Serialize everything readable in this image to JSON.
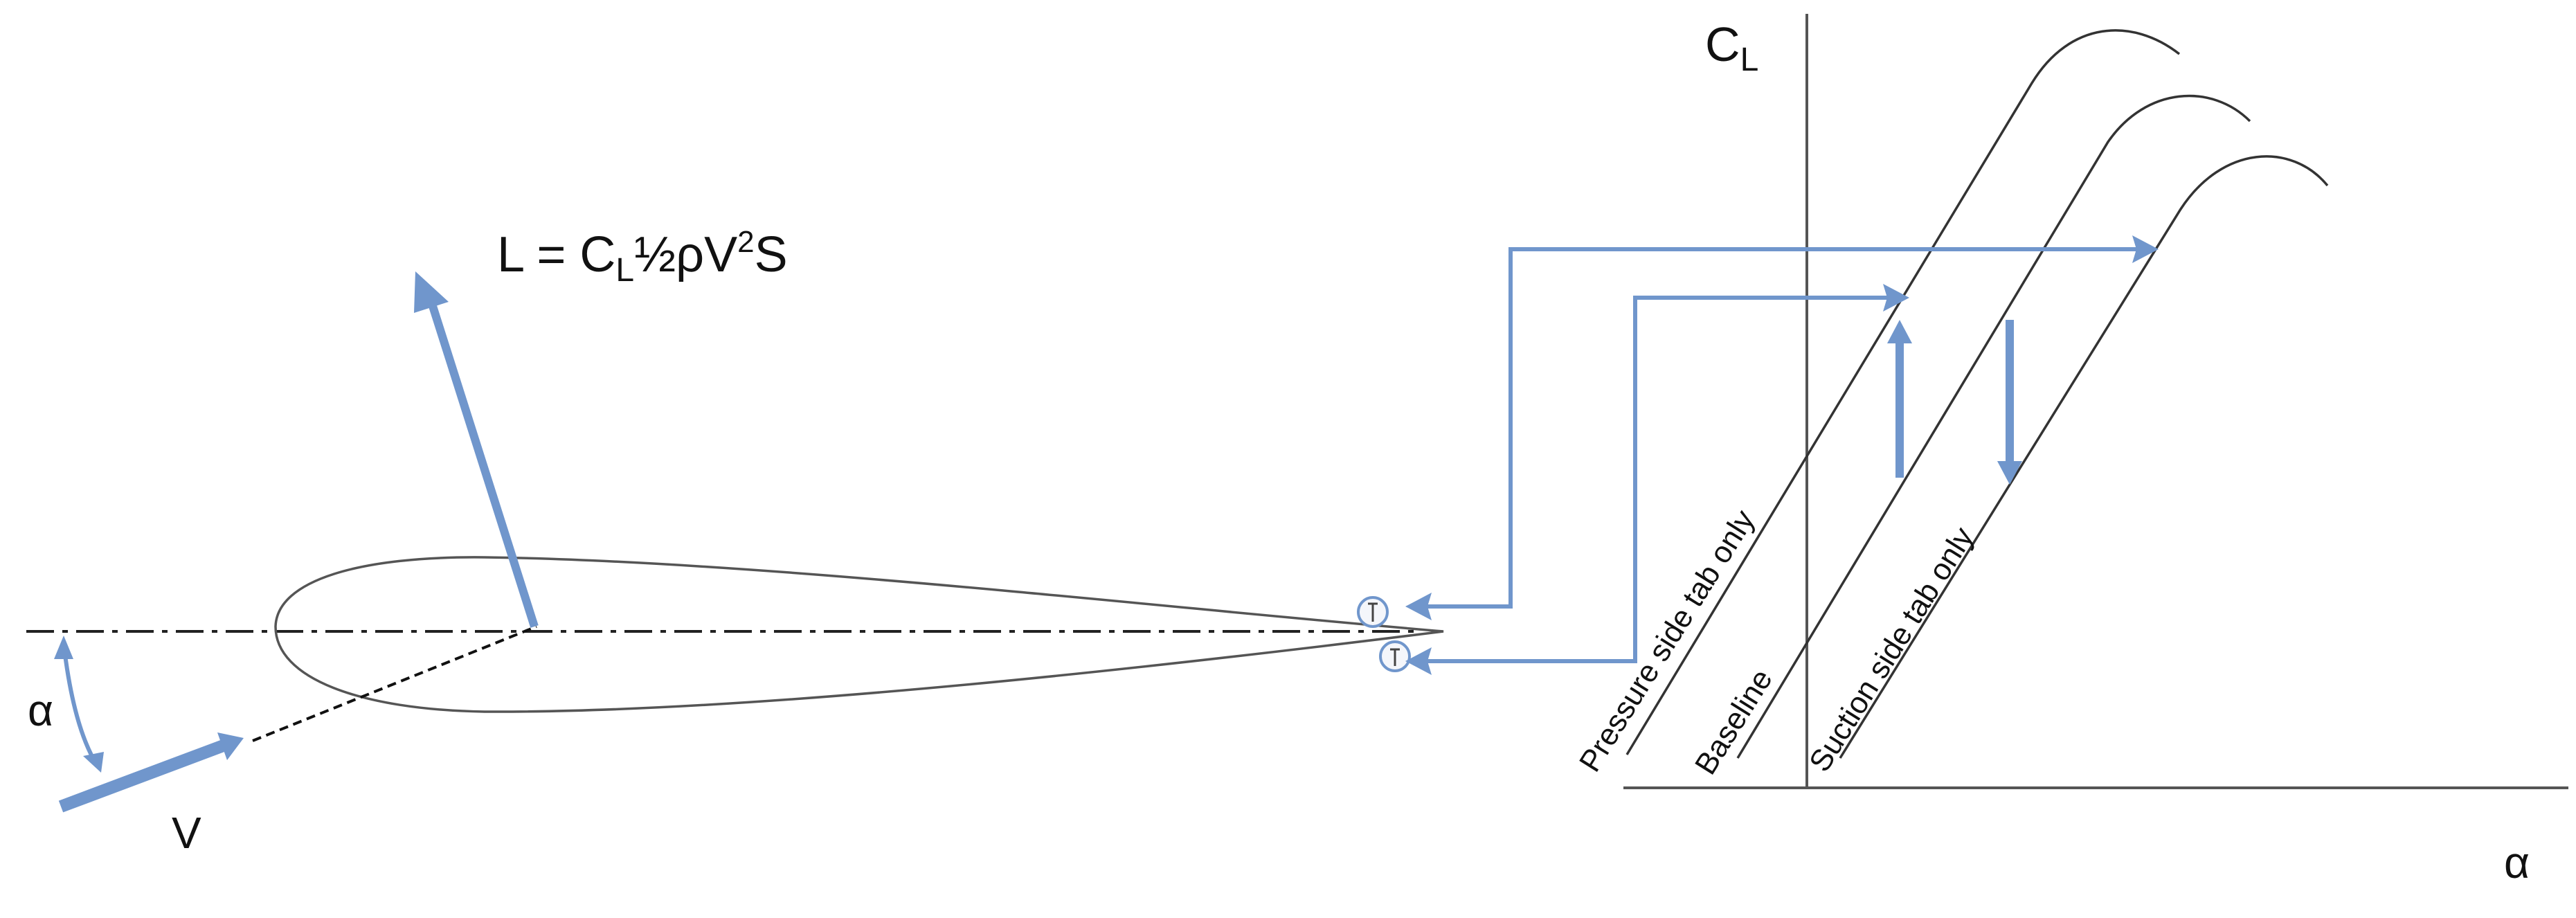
{
  "labels": {
    "lift_equation_main": "L = C",
    "lift_equation_sub": "L",
    "lift_equation_mid": "½ρV",
    "lift_equation_sup": "2",
    "lift_equation_end": "S",
    "alpha": "α",
    "velocity": "V",
    "cl_axis_main": "C",
    "cl_axis_sub": "L",
    "alpha_axis": "α",
    "curve_pressure": "Pressure side tab only",
    "curve_baseline": "Baseline",
    "curve_suction": "Suction side tab only"
  },
  "colors": {
    "accent": "#7096cc",
    "line": "#555555",
    "text": "#111111"
  }
}
